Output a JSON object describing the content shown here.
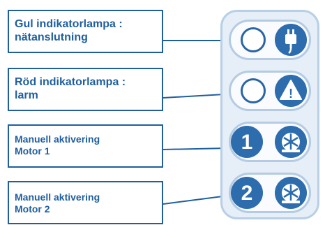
{
  "labels": [
    {
      "line1": "Gul indikatorlampa :",
      "line2": "nätanslutning"
    },
    {
      "line1": "Röd indikatorlampa :",
      "line2": "larm"
    },
    {
      "line1": "Manuell aktivering",
      "line2": "Motor 1"
    },
    {
      "line1": "Manuell aktivering",
      "line2": "Motor 2"
    }
  ],
  "buttons": {
    "motor1_number": "1",
    "motor2_number": "2",
    "alarm_symbol": "!"
  },
  "colors": {
    "label_text_and_border": "#1f5f9f",
    "button_fill": "#2d6cad",
    "panel_fill": "#e6eff8",
    "panel_border": "#b8cfe6"
  },
  "icons": [
    "power-plug-icon",
    "warning-triangle-icon",
    "fan-icon"
  ]
}
